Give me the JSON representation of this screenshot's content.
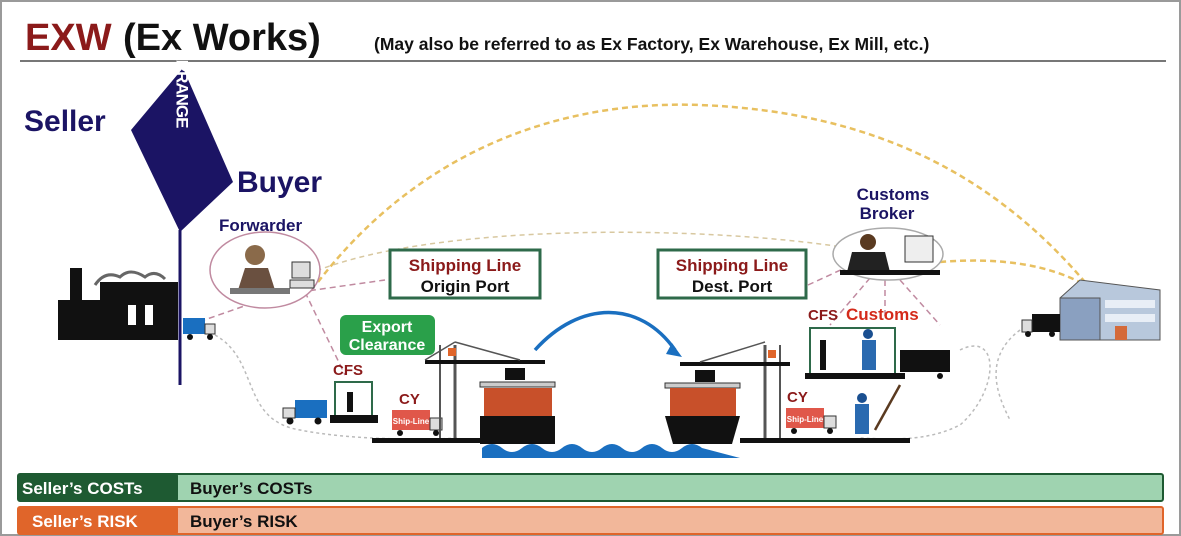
{
  "title": {
    "code": "EXW",
    "name": "(Ex Works)",
    "subtitle": "(May also be referred to as Ex Factory, Ex Warehouse, Ex Mill, etc.)"
  },
  "arrange": {
    "seller": "Seller",
    "flag": "ARRANGE",
    "buyer": "Buyer"
  },
  "parties": {
    "forwarder": "Forwarder",
    "broker_line1": "Customs",
    "broker_line2": "Broker"
  },
  "origin_port": {
    "line1": "Shipping Line",
    "line2": "Origin Port"
  },
  "dest_port": {
    "line1": "Shipping Line",
    "line2": "Dest. Port"
  },
  "export_clearance": {
    "line1": "Export",
    "line2": "Clearance"
  },
  "facilities": {
    "cfs_origin": "CFS",
    "cy_origin": "CY",
    "cfs_dest": "CFS",
    "customs": "Customs",
    "cy_dest": "CY",
    "truck_logo": "Ship-Line"
  },
  "bars": {
    "seller_costs": "Seller’s COSTs",
    "buyer_costs": "Buyer’s COSTs",
    "seller_risk": "Seller’s RISK",
    "buyer_risk": "Buyer’s RISK"
  },
  "colors": {
    "exw": "#8b1a1a",
    "navy": "#1b1464",
    "costs_dark": "#1e5a32",
    "costs_light": "#9fd3b0",
    "risk_dark": "#e0652a",
    "risk_light": "#f2b79a",
    "route_gold": "#e8c060",
    "ship_blue": "#1a6fc0"
  }
}
